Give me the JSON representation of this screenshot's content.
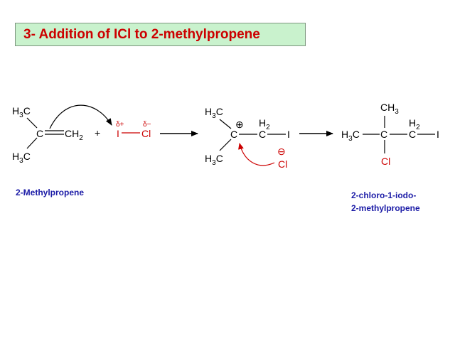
{
  "slide": {
    "title": "3- Addition of ICl to 2-methylpropene"
  },
  "colors": {
    "title_text": "#cc0000",
    "title_bg": "#c9f2cd",
    "caption_text": "#1a1aa6",
    "electrophile": "#cc0000",
    "structure": "#000000"
  },
  "reactant": {
    "h3c_top": "H",
    "h3c_top_sub": "3",
    "h3c_top_c": "C",
    "h3c_bottom": "H",
    "h3c_bottom_sub": "3",
    "h3c_bottom_c": "C",
    "center_c": "C",
    "ch2": "CH",
    "ch2_sub": "2",
    "plus": "+",
    "name": "2-Methylpropene"
  },
  "reagent": {
    "iodine": "I",
    "chlorine": "Cl",
    "delta_plus": "δ+",
    "delta_minus": "δ−"
  },
  "intermediate": {
    "h3c_top": "H",
    "h3c_top_sub": "3",
    "h3c_top_c": "C",
    "h3c_bottom": "H",
    "h3c_bottom_sub": "3",
    "h3c_bottom_c": "C",
    "cation_c": "C",
    "positive_charge": "⊕",
    "ch2_h": "H",
    "ch2_sub": "2",
    "ch2_c": "C",
    "iodine": "I",
    "negative_charge": "⊖",
    "chloride": "Cl"
  },
  "product": {
    "ch3": "CH",
    "ch3_sub": "3",
    "h3c": "H",
    "h3c_sub": "3",
    "h3c_c": "C",
    "center_c": "C",
    "ch2_h": "H",
    "ch2_sub": "2",
    "ch2_c": "C",
    "iodine": "I",
    "chlorine": "Cl",
    "name_line1": "2-chloro-1-iodo-",
    "name_line2": "2-methylpropene"
  }
}
